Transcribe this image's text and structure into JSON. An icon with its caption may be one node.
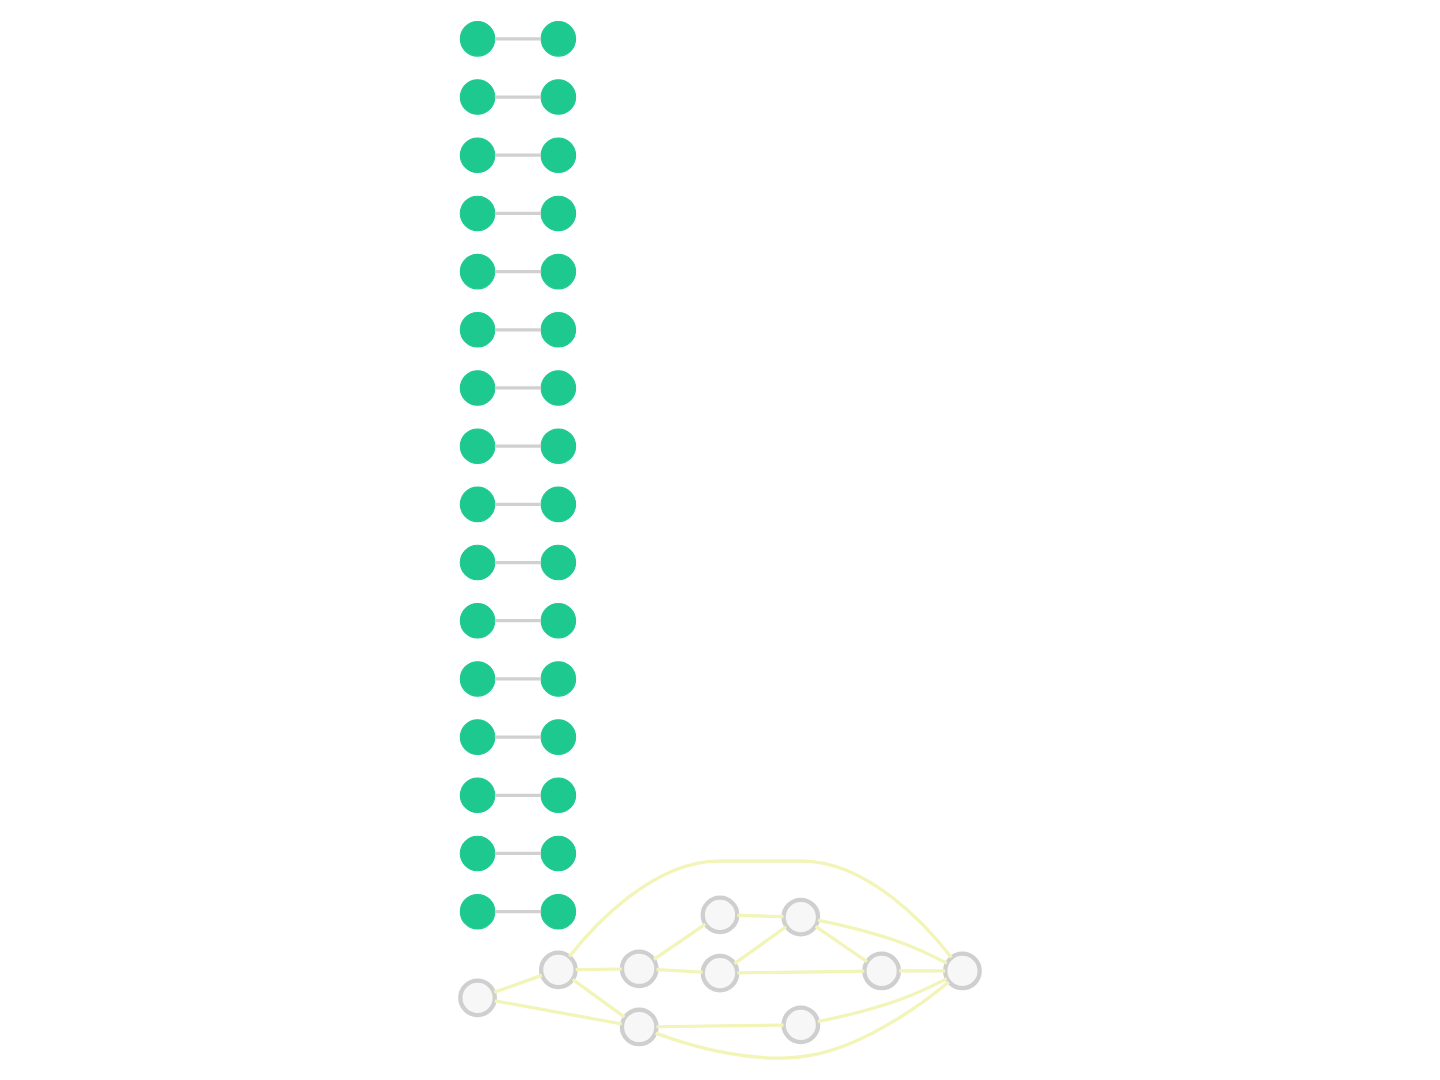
{
  "diagram": {
    "nodes": [
      {
        "text": [],
        "shape": "circle"
      },
      {
        "text": [],
        "shape": "circle"
      },
      {
        "text": [],
        "shape": "circle"
      },
      {
        "text": [],
        "shape": "circle"
      },
      {
        "text": [],
        "shape": "circle"
      },
      {
        "text": [],
        "shape": "circle"
      },
      {
        "text": [],
        "shape": "circle"
      },
      {
        "text": [],
        "shape": "circle"
      },
      {
        "text": [],
        "shape": "circle"
      },
      {
        "text": [],
        "shape": "circle"
      },
      {
        "text": [],
        "shape": "circle"
      },
      {
        "text": [],
        "shape": "circle"
      },
      {
        "text": [],
        "shape": "circle"
      },
      {
        "text": [],
        "shape": "circle"
      },
      {
        "text": [],
        "shape": "circle"
      },
      {
        "text": [],
        "shape": "circle"
      },
      {
        "text": [],
        "shape": "circle"
      },
      {
        "text": [],
        "shape": "circle"
      },
      {
        "text": [],
        "shape": "circle"
      },
      {
        "text": [],
        "shape": "circle"
      },
      {
        "text": [],
        "shape": "circle"
      },
      {
        "text": [],
        "shape": "circle"
      },
      {
        "text": [],
        "shape": "circle"
      },
      {
        "text": [],
        "shape": "circle"
      },
      {
        "text": [],
        "shape": "circle"
      },
      {
        "text": [],
        "shape": "circle"
      },
      {
        "text": [],
        "shape": "circle"
      },
      {
        "text": [],
        "shape": "circle"
      },
      {
        "text": [],
        "shape": "circle"
      },
      {
        "text": [],
        "shape": "circle"
      },
      {
        "text": [],
        "shape": "circle"
      },
      {
        "text": [],
        "shape": "circle"
      },
      {
        "text": [],
        "shape": "circle"
      },
      {
        "text": [],
        "shape": "circle"
      },
      {
        "text": [],
        "shape": "circle"
      },
      {
        "text": [],
        "shape": "circle"
      },
      {
        "text": [],
        "shape": "circle"
      },
      {
        "text": [],
        "shape": "circle"
      },
      {
        "text": [],
        "shape": "circle"
      },
      {
        "text": [],
        "shape": "circle"
      },
      {
        "text": [],
        "shape": "circle"
      },
      {
        "text": [],
        "shape": "circle"
      }
    ],
    "edges": [
      {
        "from": 2,
        "to": 0,
        "arrow": "none",
        "color": "#f2f4b8"
      },
      {
        "from": 2,
        "to": 5,
        "arrow": "none",
        "color": "#f2f4b8"
      },
      {
        "from": 0,
        "to": 1,
        "arrow": "none",
        "color": "#f2f4b8"
      },
      {
        "from": 0,
        "to": 5,
        "arrow": "none",
        "color": "#f2f4b8"
      },
      {
        "from": 0,
        "to": 9,
        "arrow": "none",
        "color": "#f2f4b8"
      },
      {
        "from": 1,
        "to": 3,
        "arrow": "none",
        "color": "#f2f4b8"
      },
      {
        "from": 1,
        "to": 4,
        "arrow": "none",
        "color": "#f2f4b8"
      },
      {
        "from": 3,
        "to": 6,
        "arrow": "none",
        "color": "#f2f4b8"
      },
      {
        "from": 4,
        "to": 6,
        "arrow": "none",
        "color": "#f2f4b8"
      },
      {
        "from": 4,
        "to": 7,
        "arrow": "none",
        "color": "#f2f4b8"
      },
      {
        "from": 5,
        "to": 8,
        "arrow": "none",
        "color": "#f2f4b8"
      },
      {
        "from": 5,
        "to": 9,
        "arrow": "none",
        "color": "#f2f4b8"
      },
      {
        "from": 6,
        "to": 9,
        "arrow": "none",
        "color": "#f2f4b8"
      },
      {
        "from": 6,
        "to": 7,
        "arrow": "none",
        "color": "#f2f4b8"
      },
      {
        "from": 8,
        "to": 9,
        "arrow": "none",
        "color": "#f2f4b8"
      },
      {
        "from": 7,
        "to": 9,
        "arrow": "none",
        "color": "#f2f4b8"
      },
      {
        "from": 10,
        "to": 11,
        "arrow": "none"
      },
      {
        "from": 12,
        "to": 13,
        "arrow": "none"
      },
      {
        "from": 14,
        "to": 15,
        "arrow": "none"
      },
      {
        "from": 16,
        "to": 17,
        "arrow": "none"
      },
      {
        "from": 18,
        "to": 19,
        "arrow": "none"
      },
      {
        "from": 20,
        "to": 21,
        "arrow": "none"
      },
      {
        "from": 22,
        "to": 23,
        "arrow": "none"
      },
      {
        "from": 24,
        "to": 25,
        "arrow": "none"
      },
      {
        "from": 26,
        "to": 27,
        "arrow": "none"
      },
      {
        "from": 28,
        "to": 29,
        "arrow": "none"
      },
      {
        "from": 30,
        "to": 31,
        "arrow": "none"
      },
      {
        "from": 32,
        "to": 33,
        "arrow": "none"
      },
      {
        "from": 34,
        "to": 35,
        "arrow": "none"
      },
      {
        "from": 36,
        "to": 37,
        "arrow": "none"
      },
      {
        "from": 38,
        "to": 39,
        "arrow": "none"
      },
      {
        "from": 40,
        "to": 41,
        "arrow": "none"
      }
    ]
  }
}
